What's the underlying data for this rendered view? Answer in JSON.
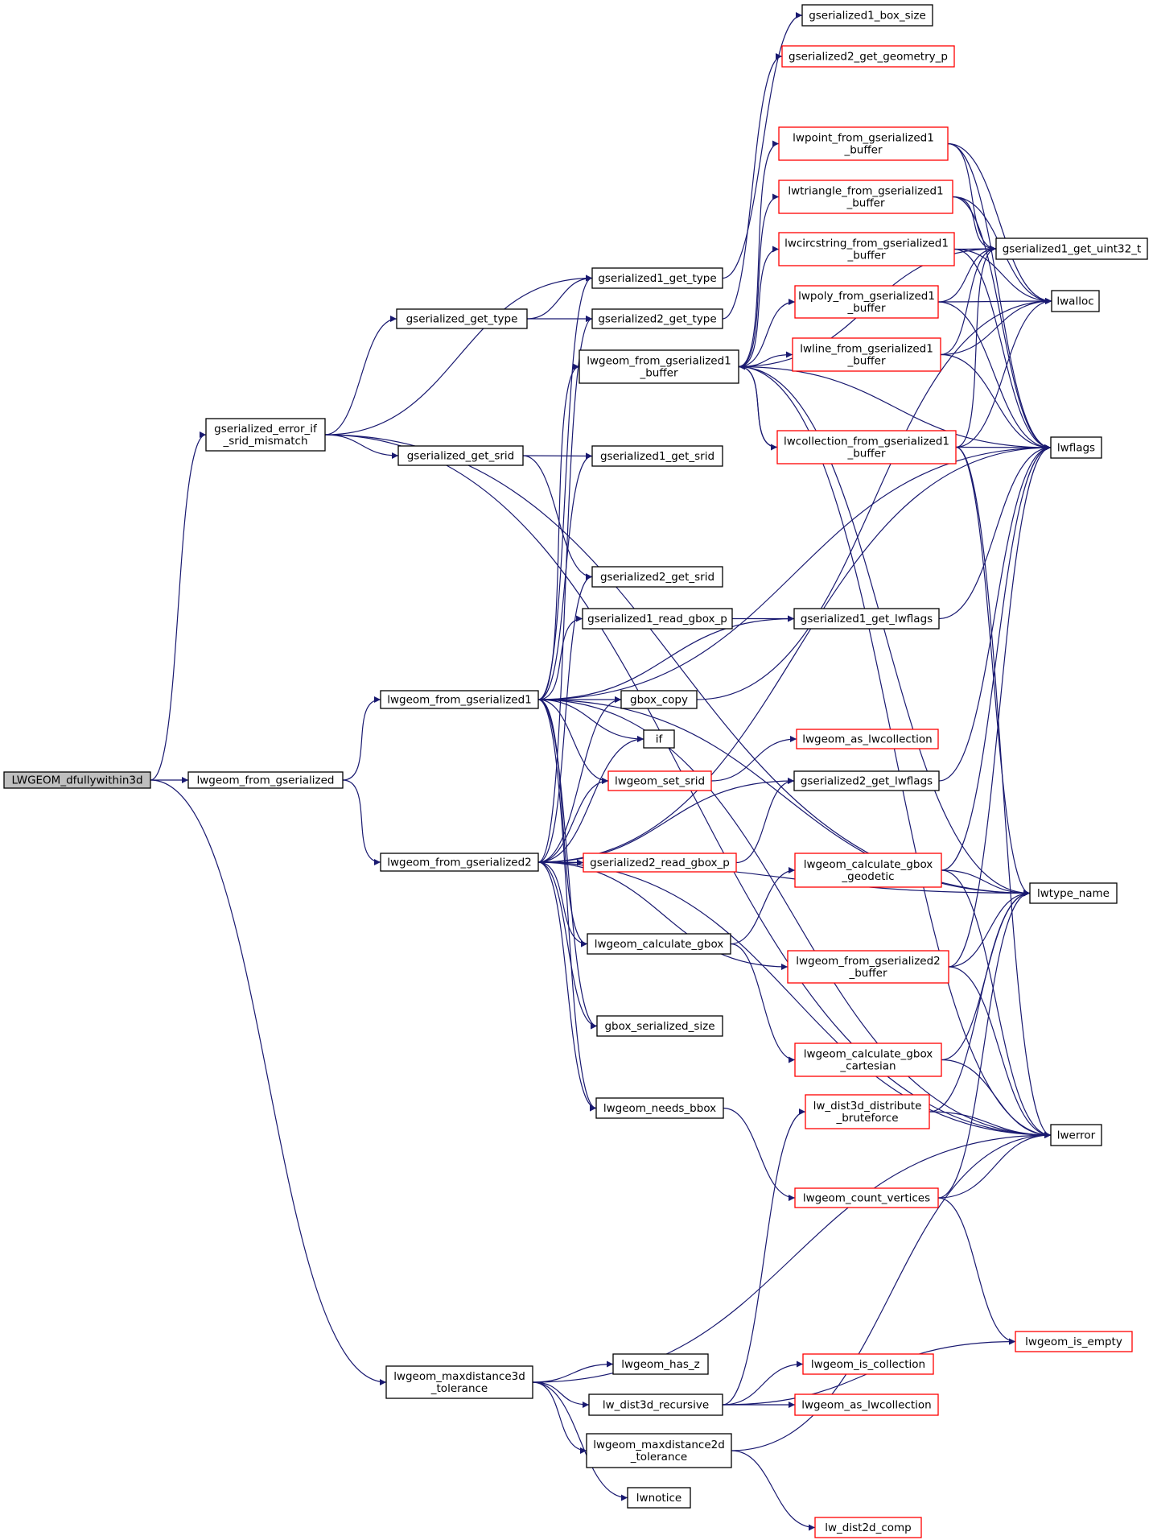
{
  "colors": {
    "edge": "#191970",
    "border_default": "#000000",
    "border_link": "#ff0000",
    "fill_root": "#bfbfbf",
    "fill_default": "#ffffff",
    "text": "#000000"
  },
  "nodes": [
    {
      "id": "root",
      "lines": [
        "LWGEOM_dfullywithin3d"
      ],
      "style": "root"
    },
    {
      "id": "n_srid_mismatch",
      "lines": [
        "gserialized_error_if",
        "_srid_mismatch"
      ],
      "style": "black"
    },
    {
      "id": "n_from_gser",
      "lines": [
        "lwgeom_from_gserialized"
      ],
      "style": "black"
    },
    {
      "id": "n_maxdist3d",
      "lines": [
        "lwgeom_maxdistance3d",
        "_tolerance"
      ],
      "style": "black"
    },
    {
      "id": "n_g1_box_size",
      "lines": [
        "gserialized1_box_size"
      ],
      "style": "black"
    },
    {
      "id": "n_g2_geom_p",
      "lines": [
        "gserialized2_get_geometry_p"
      ],
      "style": "red"
    },
    {
      "id": "n_g1_get_type",
      "lines": [
        "gserialized1_get_type"
      ],
      "style": "black"
    },
    {
      "id": "n_g_get_type",
      "lines": [
        "gserialized_get_type"
      ],
      "style": "black"
    },
    {
      "id": "n_g2_get_type",
      "lines": [
        "gserialized2_get_type"
      ],
      "style": "black"
    },
    {
      "id": "n_fg1_buffer",
      "lines": [
        "lwgeom_from_gserialized1",
        "_buffer"
      ],
      "style": "black"
    },
    {
      "id": "n_point_buf",
      "lines": [
        "lwpoint_from_gserialized1",
        "_buffer"
      ],
      "style": "red"
    },
    {
      "id": "n_tri_buf",
      "lines": [
        "lwtriangle_from_gserialized1",
        "_buffer"
      ],
      "style": "red"
    },
    {
      "id": "n_circ_buf",
      "lines": [
        "lwcircstring_from_gserialized1",
        "_buffer"
      ],
      "style": "red"
    },
    {
      "id": "n_poly_buf",
      "lines": [
        "lwpoly_from_gserialized1",
        "_buffer"
      ],
      "style": "red"
    },
    {
      "id": "n_line_buf",
      "lines": [
        "lwline_from_gserialized1",
        "_buffer"
      ],
      "style": "red"
    },
    {
      "id": "n_coll_buf",
      "lines": [
        "lwcollection_from_gserialized1",
        "_buffer"
      ],
      "style": "red"
    },
    {
      "id": "n_uint32",
      "lines": [
        "gserialized1_get_uint32_t"
      ],
      "style": "black"
    },
    {
      "id": "n_lwalloc",
      "lines": [
        "lwalloc"
      ],
      "style": "black"
    },
    {
      "id": "n_lwflags",
      "lines": [
        "lwflags"
      ],
      "style": "black"
    },
    {
      "id": "n_g_get_srid",
      "lines": [
        "gserialized_get_srid"
      ],
      "style": "black"
    },
    {
      "id": "n_g1_get_srid",
      "lines": [
        "gserialized1_get_srid"
      ],
      "style": "black"
    },
    {
      "id": "n_g2_get_srid",
      "lines": [
        "gserialized2_get_srid"
      ],
      "style": "black"
    },
    {
      "id": "n_g1_read_gbox",
      "lines": [
        "gserialized1_read_gbox_p"
      ],
      "style": "black"
    },
    {
      "id": "n_g1_lwflags",
      "lines": [
        "gserialized1_get_lwflags"
      ],
      "style": "black"
    },
    {
      "id": "n_fg1",
      "lines": [
        "lwgeom_from_gserialized1"
      ],
      "style": "black"
    },
    {
      "id": "n_gbox_copy",
      "lines": [
        "gbox_copy"
      ],
      "style": "black"
    },
    {
      "id": "n_if",
      "lines": [
        "if"
      ],
      "style": "black"
    },
    {
      "id": "n_as_coll_1",
      "lines": [
        "lwgeom_as_lwcollection"
      ],
      "style": "red"
    },
    {
      "id": "n_set_srid",
      "lines": [
        "lwgeom_set_srid"
      ],
      "style": "red"
    },
    {
      "id": "n_g2_lwflags",
      "lines": [
        "gserialized2_get_lwflags"
      ],
      "style": "black"
    },
    {
      "id": "n_fg2",
      "lines": [
        "lwgeom_from_gserialized2"
      ],
      "style": "black"
    },
    {
      "id": "n_g2_read_gbox",
      "lines": [
        "gserialized2_read_gbox_p"
      ],
      "style": "red"
    },
    {
      "id": "n_calc_geodetic",
      "lines": [
        "lwgeom_calculate_gbox",
        "_geodetic"
      ],
      "style": "red"
    },
    {
      "id": "n_lwtype_name",
      "lines": [
        "lwtype_name"
      ],
      "style": "black"
    },
    {
      "id": "n_calc_gbox",
      "lines": [
        "lwgeom_calculate_gbox"
      ],
      "style": "black"
    },
    {
      "id": "n_fg2_buffer",
      "lines": [
        "lwgeom_from_gserialized2",
        "_buffer"
      ],
      "style": "red"
    },
    {
      "id": "n_gbox_ser_size",
      "lines": [
        "gbox_serialized_size"
      ],
      "style": "black"
    },
    {
      "id": "n_calc_cart",
      "lines": [
        "lwgeom_calculate_gbox",
        "_cartesian"
      ],
      "style": "red"
    },
    {
      "id": "n_needs_bbox",
      "lines": [
        "lwgeom_needs_bbox"
      ],
      "style": "black"
    },
    {
      "id": "n_dist3d_brute",
      "lines": [
        "lw_dist3d_distribute",
        "_bruteforce"
      ],
      "style": "red"
    },
    {
      "id": "n_lwerror",
      "lines": [
        "lwerror"
      ],
      "style": "black"
    },
    {
      "id": "n_count_vert",
      "lines": [
        "lwgeom_count_vertices"
      ],
      "style": "red"
    },
    {
      "id": "n_is_empty",
      "lines": [
        "lwgeom_is_empty"
      ],
      "style": "red"
    },
    {
      "id": "n_has_z",
      "lines": [
        "lwgeom_has_z"
      ],
      "style": "black"
    },
    {
      "id": "n_is_coll",
      "lines": [
        "lwgeom_is_collection"
      ],
      "style": "red"
    },
    {
      "id": "n_dist3d_rec",
      "lines": [
        "lw_dist3d_recursive"
      ],
      "style": "black"
    },
    {
      "id": "n_as_coll_2",
      "lines": [
        "lwgeom_as_lwcollection"
      ],
      "style": "red"
    },
    {
      "id": "n_maxdist2d",
      "lines": [
        "lwgeom_maxdistance2d",
        "_tolerance"
      ],
      "style": "black"
    },
    {
      "id": "n_lwnotice",
      "lines": [
        "lwnotice"
      ],
      "style": "black"
    },
    {
      "id": "n_dist2d_comp",
      "lines": [
        "lw_dist2d_comp"
      ],
      "style": "red"
    }
  ],
  "edges": [
    [
      "root",
      "n_srid_mismatch"
    ],
    [
      "root",
      "n_from_gser"
    ],
    [
      "root",
      "n_maxdist3d"
    ],
    [
      "n_srid_mismatch",
      "n_g1_get_type"
    ],
    [
      "n_srid_mismatch",
      "n_g_get_type"
    ],
    [
      "n_srid_mismatch",
      "n_g_get_srid"
    ],
    [
      "n_srid_mismatch",
      "n_lwtype_name"
    ],
    [
      "n_srid_mismatch",
      "n_lwerror"
    ],
    [
      "n_from_gser",
      "n_fg1"
    ],
    [
      "n_from_gser",
      "n_fg2"
    ],
    [
      "n_g_get_type",
      "n_g1_get_type"
    ],
    [
      "n_g_get_type",
      "n_g2_get_type"
    ],
    [
      "n_g1_get_type",
      "n_g1_box_size"
    ],
    [
      "n_g2_get_type",
      "n_g2_geom_p"
    ],
    [
      "n_g_get_srid",
      "n_g1_get_srid"
    ],
    [
      "n_g_get_srid",
      "n_g2_get_srid"
    ],
    [
      "n_fg1_buffer",
      "n_point_buf"
    ],
    [
      "n_fg1_buffer",
      "n_tri_buf"
    ],
    [
      "n_fg1_buffer",
      "n_circ_buf"
    ],
    [
      "n_fg1_buffer",
      "n_poly_buf"
    ],
    [
      "n_fg1_buffer",
      "n_line_buf"
    ],
    [
      "n_fg1_buffer",
      "n_coll_buf"
    ],
    [
      "n_fg1_buffer",
      "n_uint32"
    ],
    [
      "n_fg1_buffer",
      "n_lwflags"
    ],
    [
      "n_fg1_buffer",
      "n_lwtype_name"
    ],
    [
      "n_fg1_buffer",
      "n_lwerror"
    ],
    [
      "n_point_buf",
      "n_uint32"
    ],
    [
      "n_point_buf",
      "n_lwalloc"
    ],
    [
      "n_point_buf",
      "n_lwflags"
    ],
    [
      "n_tri_buf",
      "n_uint32"
    ],
    [
      "n_tri_buf",
      "n_lwalloc"
    ],
    [
      "n_tri_buf",
      "n_lwflags"
    ],
    [
      "n_circ_buf",
      "n_uint32"
    ],
    [
      "n_circ_buf",
      "n_lwalloc"
    ],
    [
      "n_circ_buf",
      "n_lwflags"
    ],
    [
      "n_poly_buf",
      "n_uint32"
    ],
    [
      "n_poly_buf",
      "n_lwalloc"
    ],
    [
      "n_poly_buf",
      "n_lwflags"
    ],
    [
      "n_line_buf",
      "n_uint32"
    ],
    [
      "n_line_buf",
      "n_lwalloc"
    ],
    [
      "n_line_buf",
      "n_lwflags"
    ],
    [
      "n_coll_buf",
      "n_fg1_buffer"
    ],
    [
      "n_coll_buf",
      "n_uint32"
    ],
    [
      "n_coll_buf",
      "n_lwalloc"
    ],
    [
      "n_coll_buf",
      "n_lwflags"
    ],
    [
      "n_coll_buf",
      "n_lwtype_name"
    ],
    [
      "n_coll_buf",
      "n_lwerror"
    ],
    [
      "n_fg1",
      "n_fg1_buffer"
    ],
    [
      "n_fg1",
      "n_g1_get_type"
    ],
    [
      "n_fg1",
      "n_g1_get_srid"
    ],
    [
      "n_fg1",
      "n_g1_read_gbox"
    ],
    [
      "n_fg1",
      "n_g1_lwflags"
    ],
    [
      "n_fg1",
      "n_gbox_copy"
    ],
    [
      "n_fg1",
      "n_if"
    ],
    [
      "n_fg1",
      "n_set_srid"
    ],
    [
      "n_fg1",
      "n_lwflags"
    ],
    [
      "n_fg1",
      "n_lwtype_name"
    ],
    [
      "n_fg1",
      "n_calc_gbox"
    ],
    [
      "n_fg1",
      "n_gbox_ser_size"
    ],
    [
      "n_fg1",
      "n_needs_bbox"
    ],
    [
      "n_fg1",
      "n_lwerror"
    ],
    [
      "n_g1_read_gbox",
      "n_g1_lwflags"
    ],
    [
      "n_g1_lwflags",
      "n_lwflags"
    ],
    [
      "n_gbox_copy",
      "n_lwalloc"
    ],
    [
      "n_set_srid",
      "n_as_coll_1"
    ],
    [
      "n_g2_lwflags",
      "n_lwflags"
    ],
    [
      "n_fg2",
      "n_fg2_buffer"
    ],
    [
      "n_fg2",
      "n_g2_get_type"
    ],
    [
      "n_fg2",
      "n_g2_get_srid"
    ],
    [
      "n_fg2",
      "n_g2_read_gbox"
    ],
    [
      "n_fg2",
      "n_g2_lwflags"
    ],
    [
      "n_fg2",
      "n_gbox_copy"
    ],
    [
      "n_fg2",
      "n_if"
    ],
    [
      "n_fg2",
      "n_set_srid"
    ],
    [
      "n_fg2",
      "n_lwflags"
    ],
    [
      "n_fg2",
      "n_lwtype_name"
    ],
    [
      "n_fg2",
      "n_calc_gbox"
    ],
    [
      "n_fg2",
      "n_gbox_ser_size"
    ],
    [
      "n_fg2",
      "n_needs_bbox"
    ],
    [
      "n_fg2",
      "n_lwerror"
    ],
    [
      "n_g2_read_gbox",
      "n_g2_lwflags"
    ],
    [
      "n_calc_gbox",
      "n_calc_geodetic"
    ],
    [
      "n_calc_gbox",
      "n_calc_cart"
    ],
    [
      "n_calc_geodetic",
      "n_lwflags"
    ],
    [
      "n_calc_geodetic",
      "n_lwtype_name"
    ],
    [
      "n_calc_geodetic",
      "n_lwerror"
    ],
    [
      "n_calc_cart",
      "n_lwtype_name"
    ],
    [
      "n_calc_cart",
      "n_lwerror"
    ],
    [
      "n_fg2_buffer",
      "n_lwflags"
    ],
    [
      "n_fg2_buffer",
      "n_lwtype_name"
    ],
    [
      "n_fg2_buffer",
      "n_lwerror"
    ],
    [
      "n_needs_bbox",
      "n_count_vert"
    ],
    [
      "n_count_vert",
      "n_lwtype_name"
    ],
    [
      "n_count_vert",
      "n_lwerror"
    ],
    [
      "n_count_vert",
      "n_is_empty"
    ],
    [
      "n_dist3d_brute",
      "n_lwtype_name"
    ],
    [
      "n_dist3d_brute",
      "n_lwerror"
    ],
    [
      "n_maxdist3d",
      "n_has_z"
    ],
    [
      "n_maxdist3d",
      "n_dist3d_rec"
    ],
    [
      "n_maxdist3d",
      "n_maxdist2d"
    ],
    [
      "n_maxdist3d",
      "n_lwnotice"
    ],
    [
      "n_maxdist3d",
      "n_lwerror"
    ],
    [
      "n_dist3d_rec",
      "n_is_coll"
    ],
    [
      "n_dist3d_rec",
      "n_as_coll_2"
    ],
    [
      "n_dist3d_rec",
      "n_dist3d_brute"
    ],
    [
      "n_dist3d_rec",
      "n_is_empty"
    ],
    [
      "n_maxdist2d",
      "n_dist2d_comp"
    ],
    [
      "n_maxdist2d",
      "n_lwerror"
    ]
  ]
}
